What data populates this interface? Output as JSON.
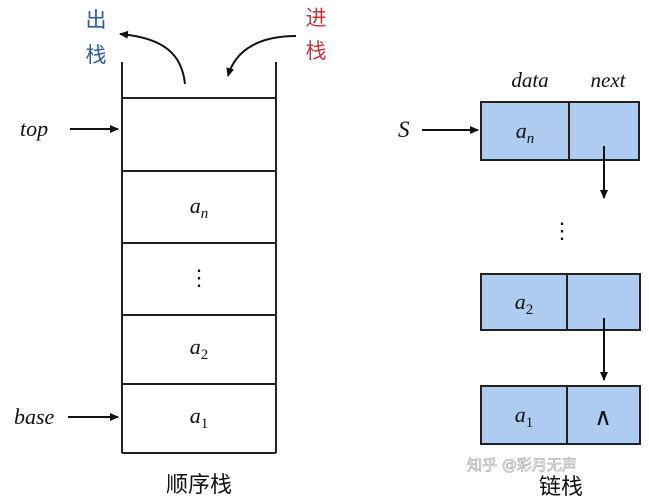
{
  "seq_stack": {
    "pop_label": "出栈",
    "push_label": "进栈",
    "top_label": "top",
    "base_label": "base",
    "cells": [
      {
        "base": "",
        "sub": ""
      },
      {
        "base": "a",
        "sub": "n"
      },
      {
        "base": "⋮",
        "sub": ""
      },
      {
        "base": "a",
        "sub": "2"
      },
      {
        "base": "a",
        "sub": "1"
      }
    ],
    "caption": "顺序栈"
  },
  "link_stack": {
    "header_data": "data",
    "header_next": "next",
    "pointer_label": "S",
    "ellipsis": "⋮",
    "nodes": [
      {
        "base": "a",
        "sub": "n",
        "next": ""
      },
      {
        "base": "a",
        "sub": "2",
        "next": ""
      },
      {
        "base": "a",
        "sub": "1",
        "next": "∧"
      }
    ],
    "caption": "链栈",
    "node_fill": "#aecbf0"
  },
  "colors": {
    "pop": "#2b5d9b",
    "push": "#c0373f",
    "line": "#222222",
    "node_fill": "#aecbf0"
  },
  "watermark": "知乎 @彩月无声"
}
